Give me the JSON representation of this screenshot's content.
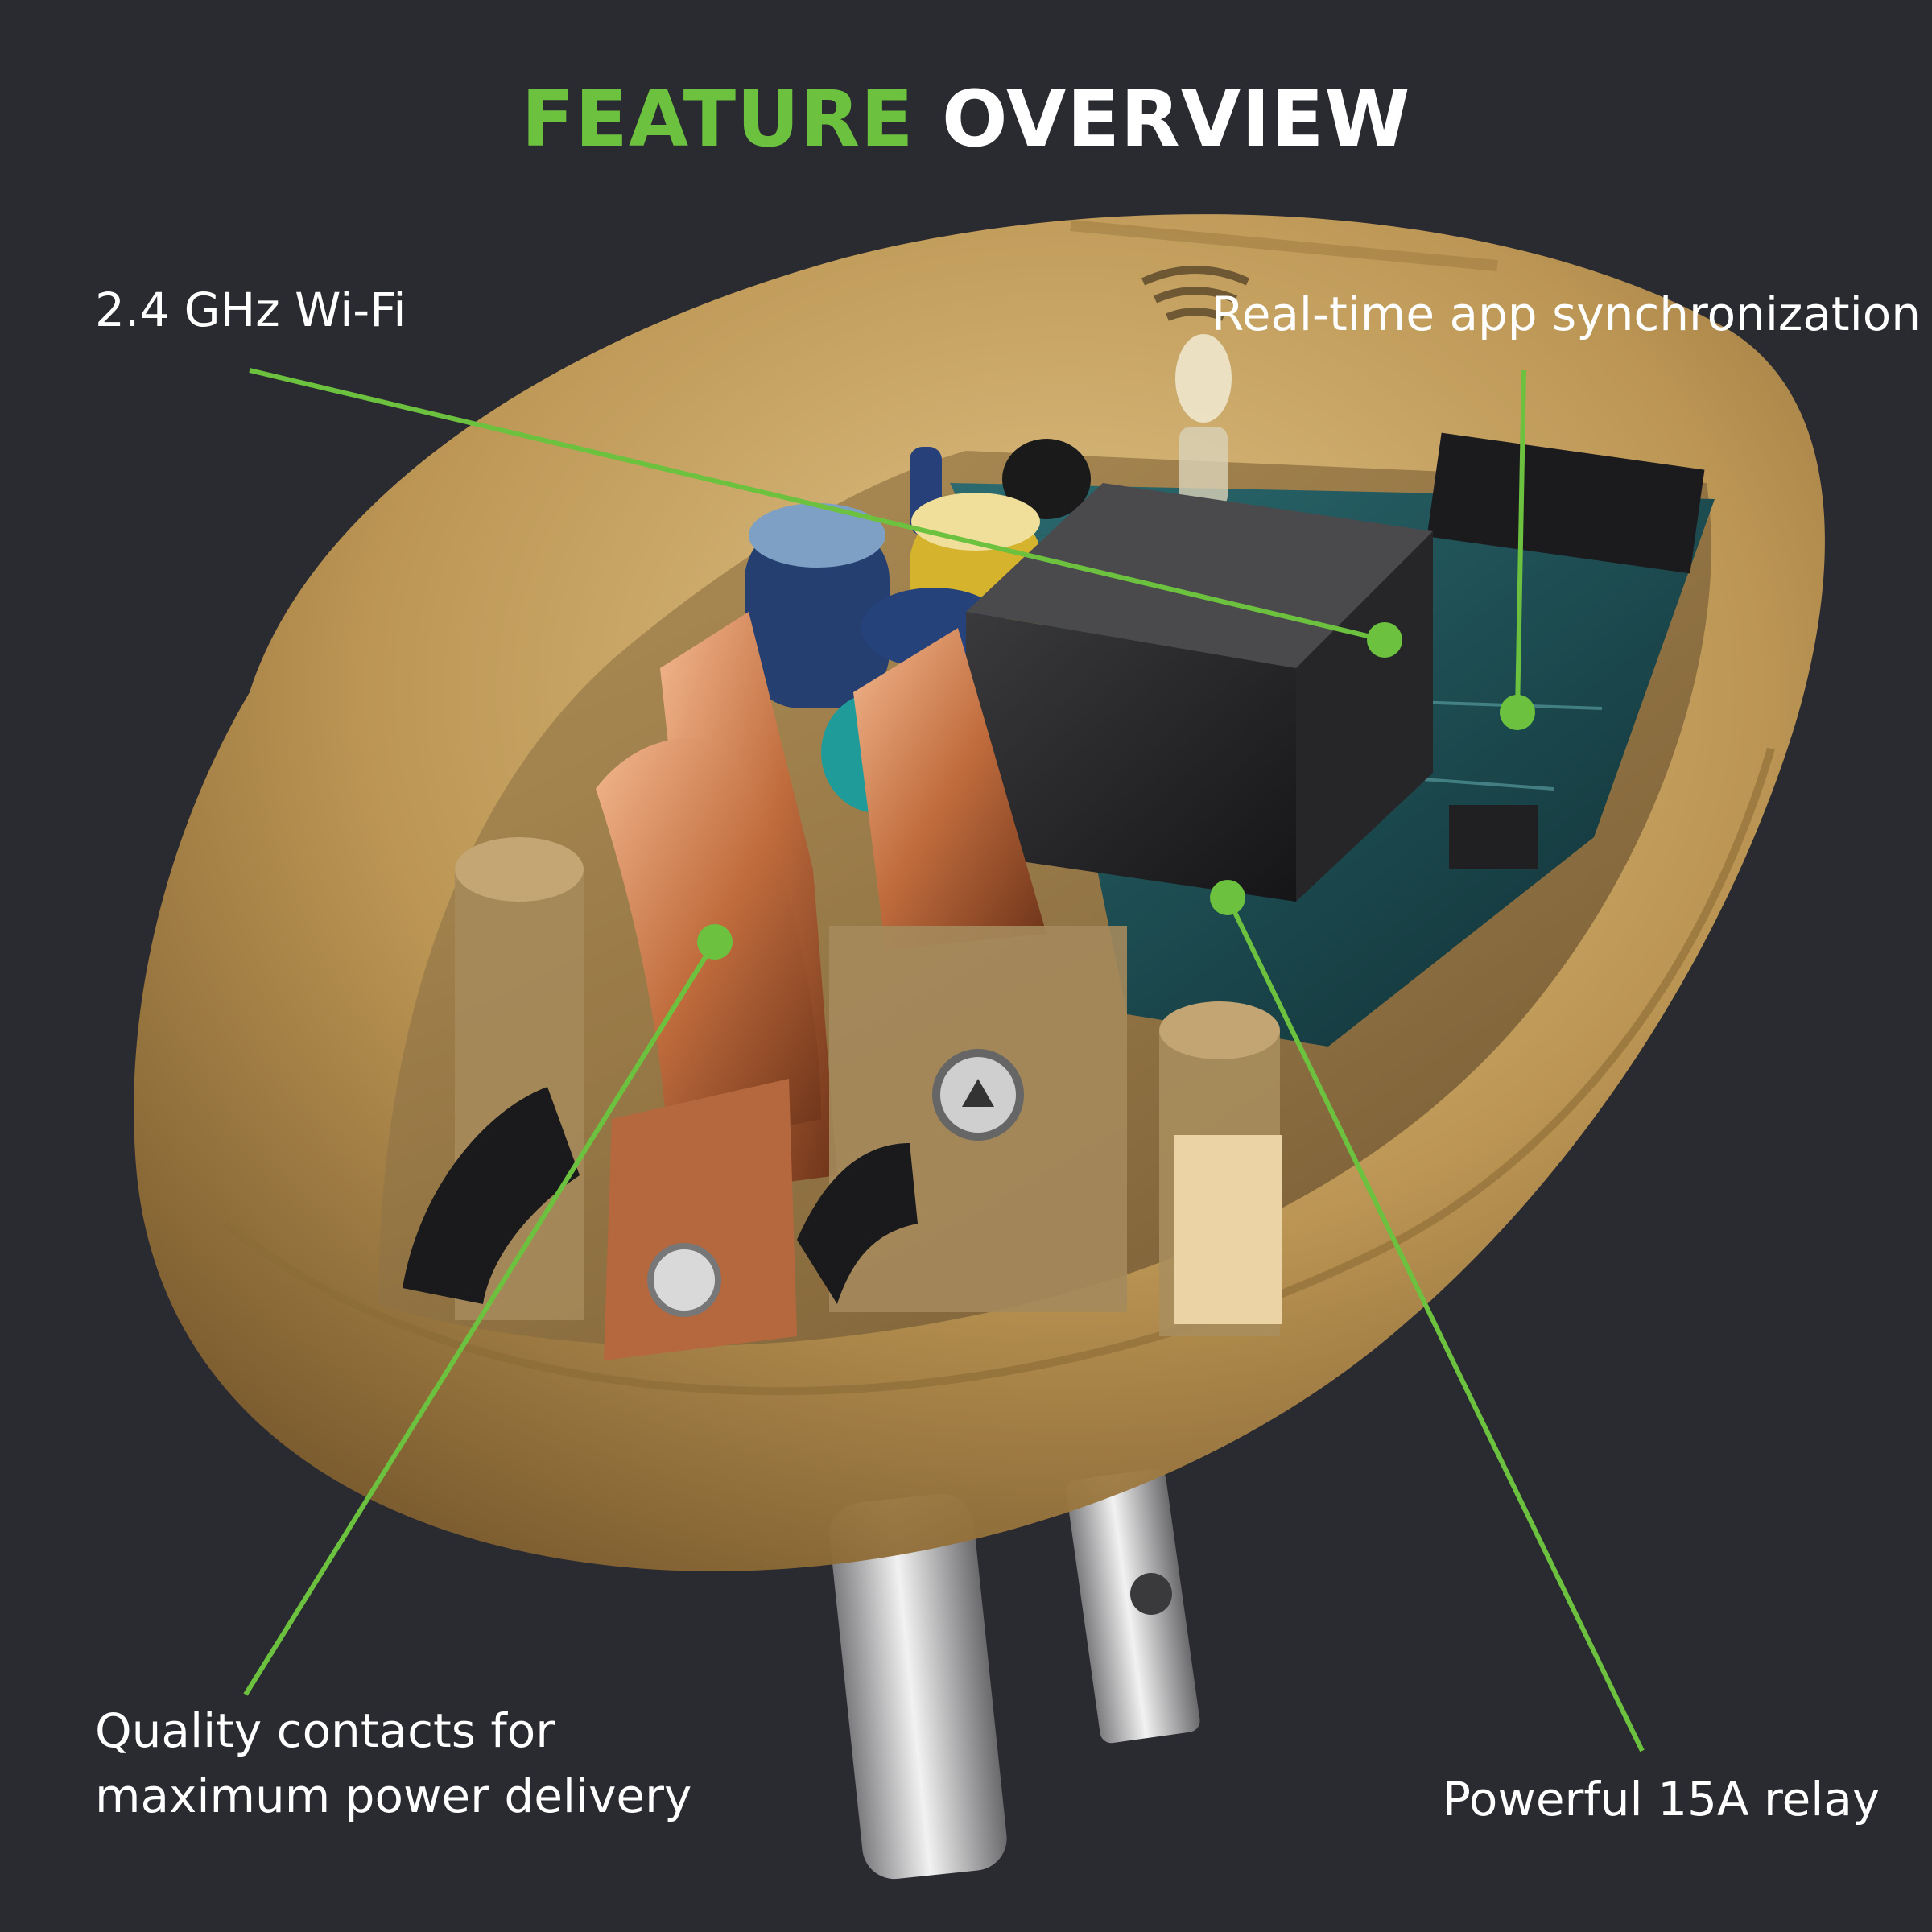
{
  "title": {
    "part1": "FEATURE",
    "part2": "OVERVIEW"
  },
  "callouts": {
    "wifi": "2.4 GHz Wi-Fi",
    "sync": "Real-time app synchronization",
    "contacts_line1": "Quality contacts for",
    "contacts_line2": "maximum power delivery",
    "relay": "Powerful 15A relay"
  },
  "colors": {
    "background": "#2a2a31",
    "accent": "#6cc13f",
    "housing": "#c9a35a",
    "copper": "#c9794a",
    "pcb": "#1d4a4f"
  }
}
